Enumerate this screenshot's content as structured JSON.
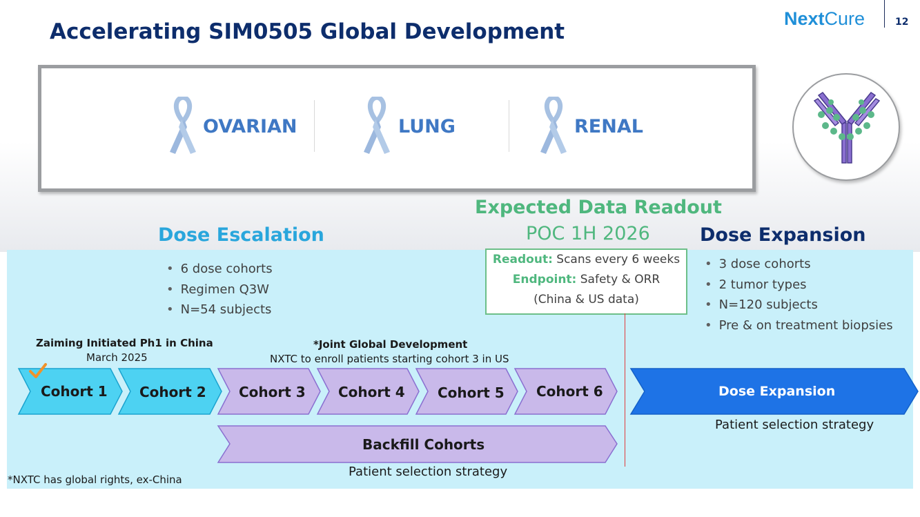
{
  "header": {
    "title": "Accelerating SIM0505 Global Development",
    "logo_part1": "Next",
    "logo_part2": "Cure",
    "page_number": "12"
  },
  "indications": [
    {
      "label": "OVARIAN",
      "icon": "awareness-ribbon-icon"
    },
    {
      "label": "LUNG",
      "icon": "awareness-ribbon-icon"
    },
    {
      "label": "RENAL",
      "icon": "awareness-ribbon-icon"
    }
  ],
  "colors": {
    "title": "#0d2d6c",
    "escalation": "#29a6dc",
    "readout_green": "#4fb77e",
    "cohort_blue": "#4dd2f2",
    "cohort_purple": "#c9b9ea",
    "expansion_blue": "#1e73e6",
    "panel_bg": "#c9f0fa"
  },
  "dose_escalation": {
    "title": "Dose Escalation",
    "bullets": [
      "6 dose cohorts",
      "Regimen Q3W",
      "N=54 subjects"
    ]
  },
  "readout": {
    "title": "Expected Data Readout",
    "subtitle": "POC 1H 2026",
    "line1_label": "Readout:",
    "line1_text": " Scans every 6 weeks",
    "line2_label": "Endpoint:",
    "line2_text": " Safety & ORR",
    "line3_text": "(China & US data)"
  },
  "dose_expansion": {
    "title": "Dose Expansion",
    "bullets": [
      "3 dose cohorts",
      "2 tumor types",
      "N=120 subjects",
      "Pre & on treatment biopsies"
    ],
    "chevron_label": "Dose Expansion",
    "selection": "Patient selection strategy"
  },
  "notes": {
    "china_title": "Zaiming Initiated Ph1 in China",
    "china_date": "March 2025",
    "global_title": "*Joint Global Development",
    "global_text": "NXTC to enroll patients starting cohort 3 in US"
  },
  "cohorts": [
    "Cohort 1",
    "Cohort 2",
    "Cohort 3",
    "Cohort 4",
    "Cohort 5",
    "Cohort 6"
  ],
  "backfill": {
    "label": "Backfill Cohorts",
    "selection": "Patient selection strategy"
  },
  "footnote": "*NXTC has global rights, ex-China"
}
